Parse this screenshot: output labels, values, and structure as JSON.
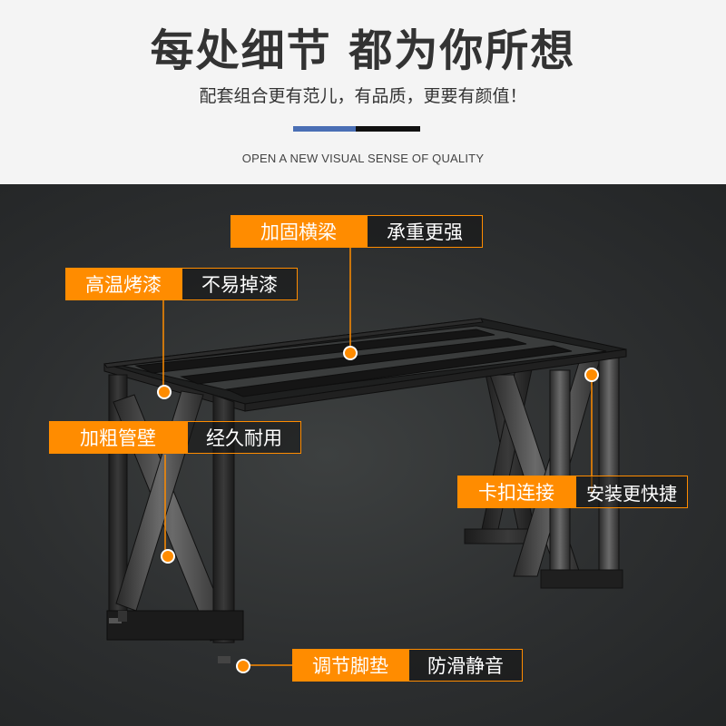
{
  "header": {
    "title": "每处细节 都为你所想",
    "subtitle": "配套组合更有范儿，有品质，更要有颜值！",
    "tagline": "OPEN A NEW VISUAL SENSE OF QUALITY"
  },
  "features": [
    {
      "key": "加固横梁",
      "value": "承重更强"
    },
    {
      "key": "高温烤漆",
      "value": "不易掉漆"
    },
    {
      "key": "加粗管壁",
      "value": "经久耐用"
    },
    {
      "key": "卡扣连接",
      "value": "安装更快捷"
    },
    {
      "key": "调节脚垫",
      "value": "防滑静音"
    }
  ],
  "colors": {
    "accent": "#ff8c00",
    "divider_blue": "#4a6fb5",
    "dark_bg": "#2d2f30"
  }
}
